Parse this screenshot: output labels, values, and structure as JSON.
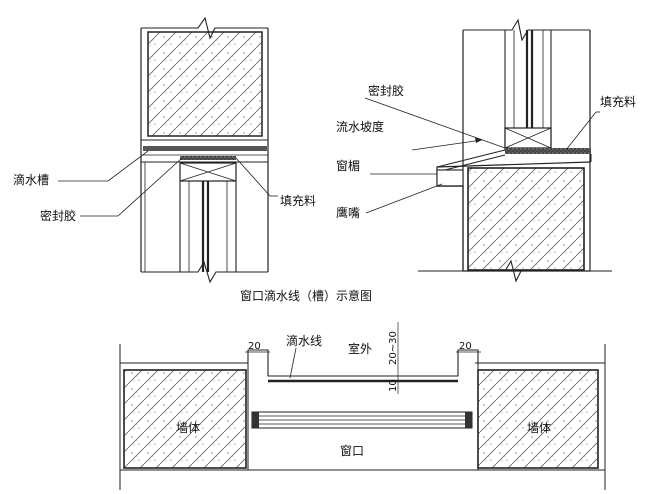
{
  "left_detail": {
    "drip_groove": "滴水槽",
    "sealant": "密封胶",
    "filler": "填充料"
  },
  "right_detail": {
    "sealant": "密封胶",
    "filler": "填充料",
    "drain_slope": "流水坡度",
    "window_sill": "窗楣",
    "eagle_beak": "鹰嘴"
  },
  "caption": "窗口滴水线（槽）示意图",
  "plan": {
    "drip_line": "滴水线",
    "exterior": "室外",
    "window_opening": "窗口",
    "wall_left": "墙体",
    "wall_right": "墙体",
    "dim_left": "20",
    "dim_right": "20",
    "dim_vertical_top": "20~30",
    "dim_vertical_bottom": "10"
  }
}
